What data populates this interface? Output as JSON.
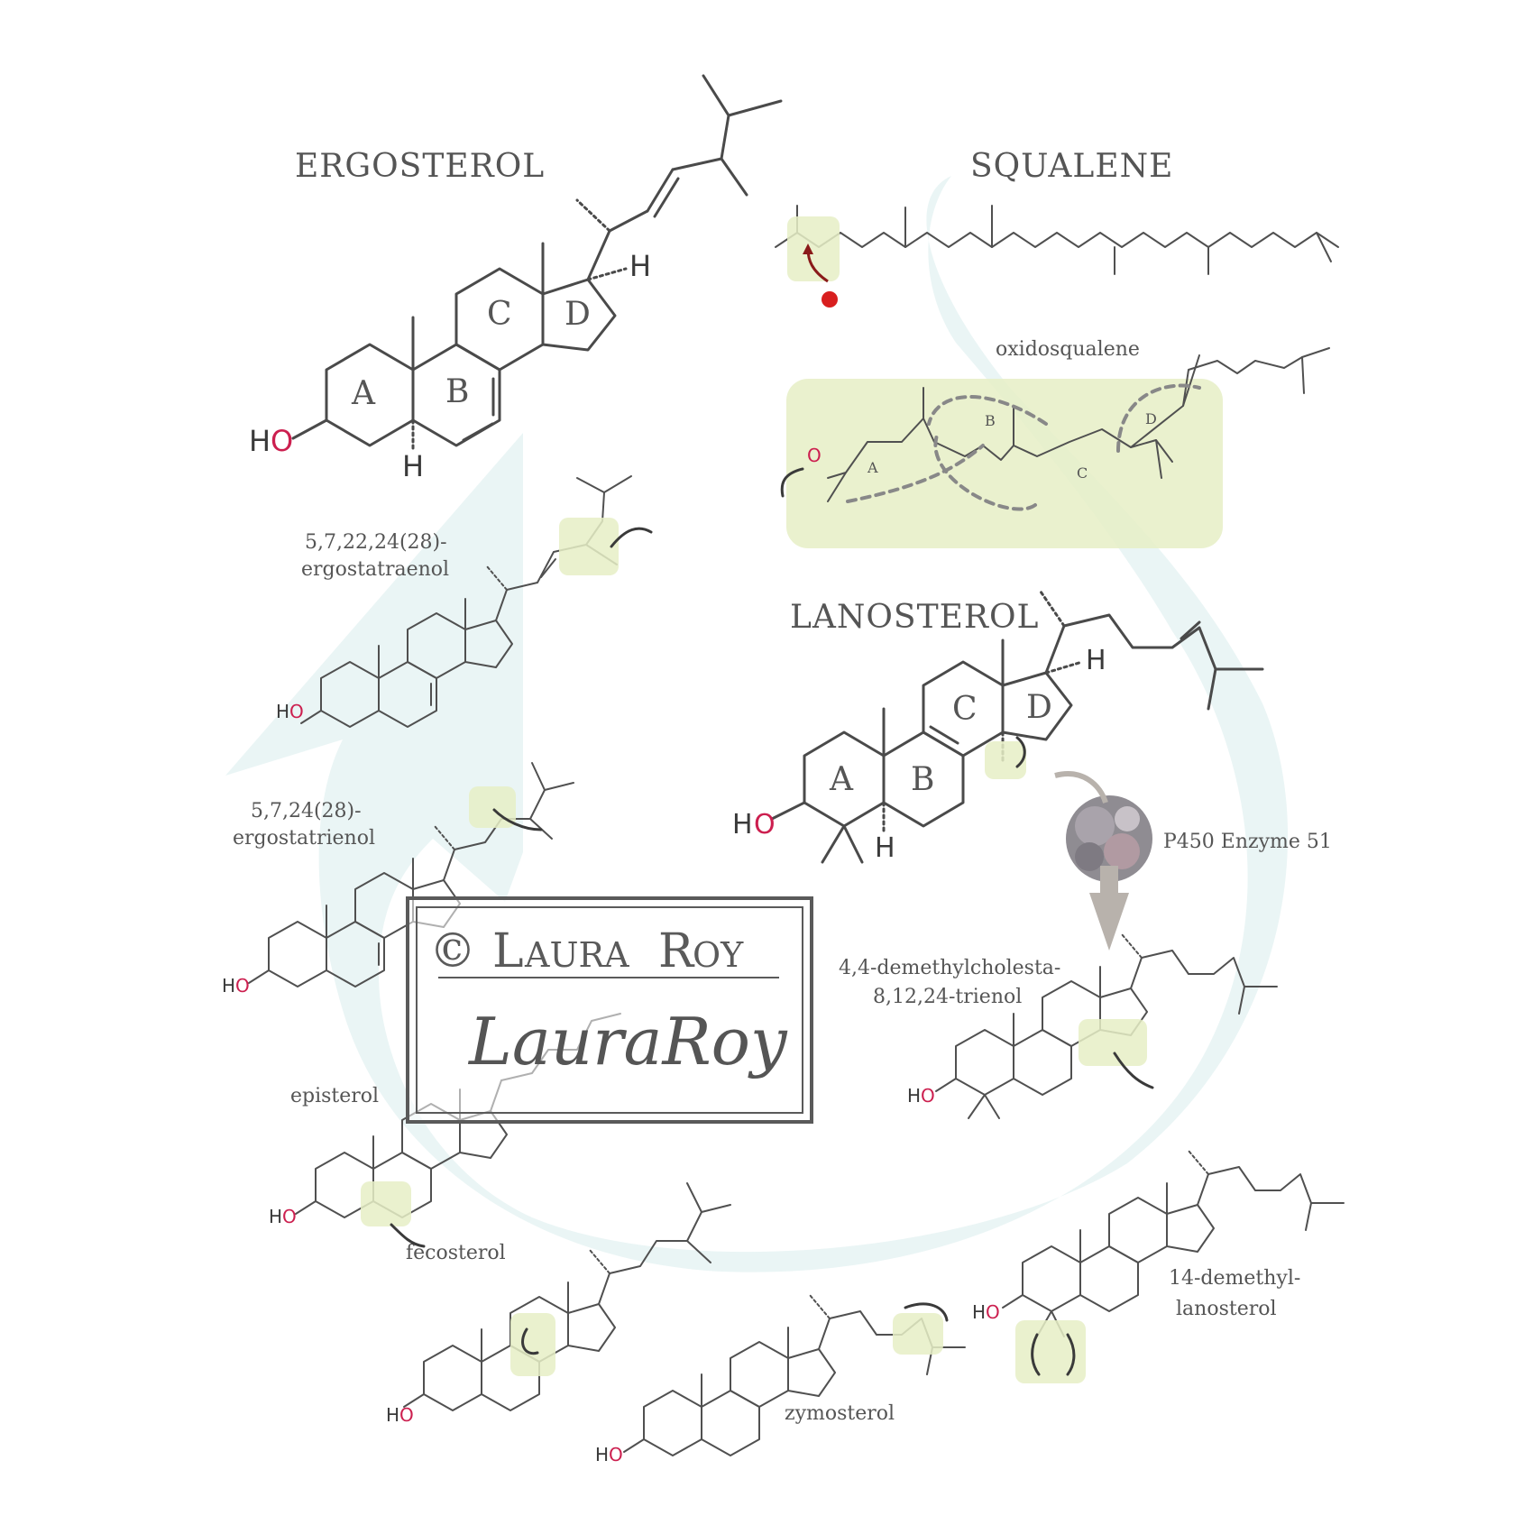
{
  "compounds": {
    "ergosterol": "ERGOSTEROL",
    "squalene": "SQUALENE",
    "oxidosqualene": "oxidosqualene",
    "lanosterol": "LANOSTEROL",
    "enzyme": "P450 Enzyme 51",
    "demethylcholesta_line1": "4,4-demethylcholesta-",
    "demethylcholesta_line2": "8,12,24-trienol",
    "demethyllanosterol_line1": "14-demethyl-",
    "demethyllanosterol_line2": "lanosterol",
    "zymosterol": "zymosterol",
    "fecosterol": "fecosterol",
    "episterol": "episterol",
    "ergostatrienol_line1": "5,7,24(28)-",
    "ergostatrienol_line2": "ergostatrienol",
    "ergostatraenol_line1": "5,7,22,24(28)-",
    "ergostatraenol_line2": "ergostatraenol"
  },
  "ring_labels": {
    "a": "A",
    "b": "B",
    "c": "C",
    "d": "D"
  },
  "atoms": {
    "hydroxyl_h": "H",
    "hydroxyl_o": "O",
    "hydrogen": "H",
    "oxygen": "O"
  },
  "watermark": {
    "copyright_symbol": "©",
    "name_initial_1": "L",
    "name_rest_1": "AURA",
    "name_initial_2": "R",
    "name_rest_2": "OY",
    "signature": "LauraRoy"
  },
  "colors": {
    "highlight": "#e6efc6",
    "oxygen": "#cc1f4f",
    "pathway_arrow": "#dceeed",
    "epoxide_arrow": "#8a1a1a"
  }
}
